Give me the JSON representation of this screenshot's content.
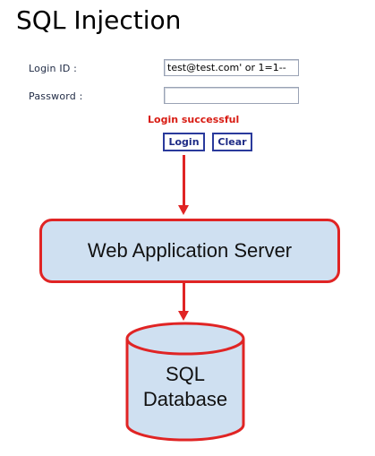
{
  "title": "SQL Injection",
  "form": {
    "login_label": "Login ID :",
    "login_value": "test@test.com' or 1=1--",
    "password_label": "Password :",
    "password_value": "",
    "status_message": "Login successful",
    "login_button": "Login",
    "clear_button": "Clear"
  },
  "diagram": {
    "server_label": "Web Application Server",
    "database_label_line1": "SQL",
    "database_label_line2": "Database",
    "arrow_color": "#e02424",
    "box_fill": "#cfe0f1",
    "box_border": "#e02424"
  }
}
